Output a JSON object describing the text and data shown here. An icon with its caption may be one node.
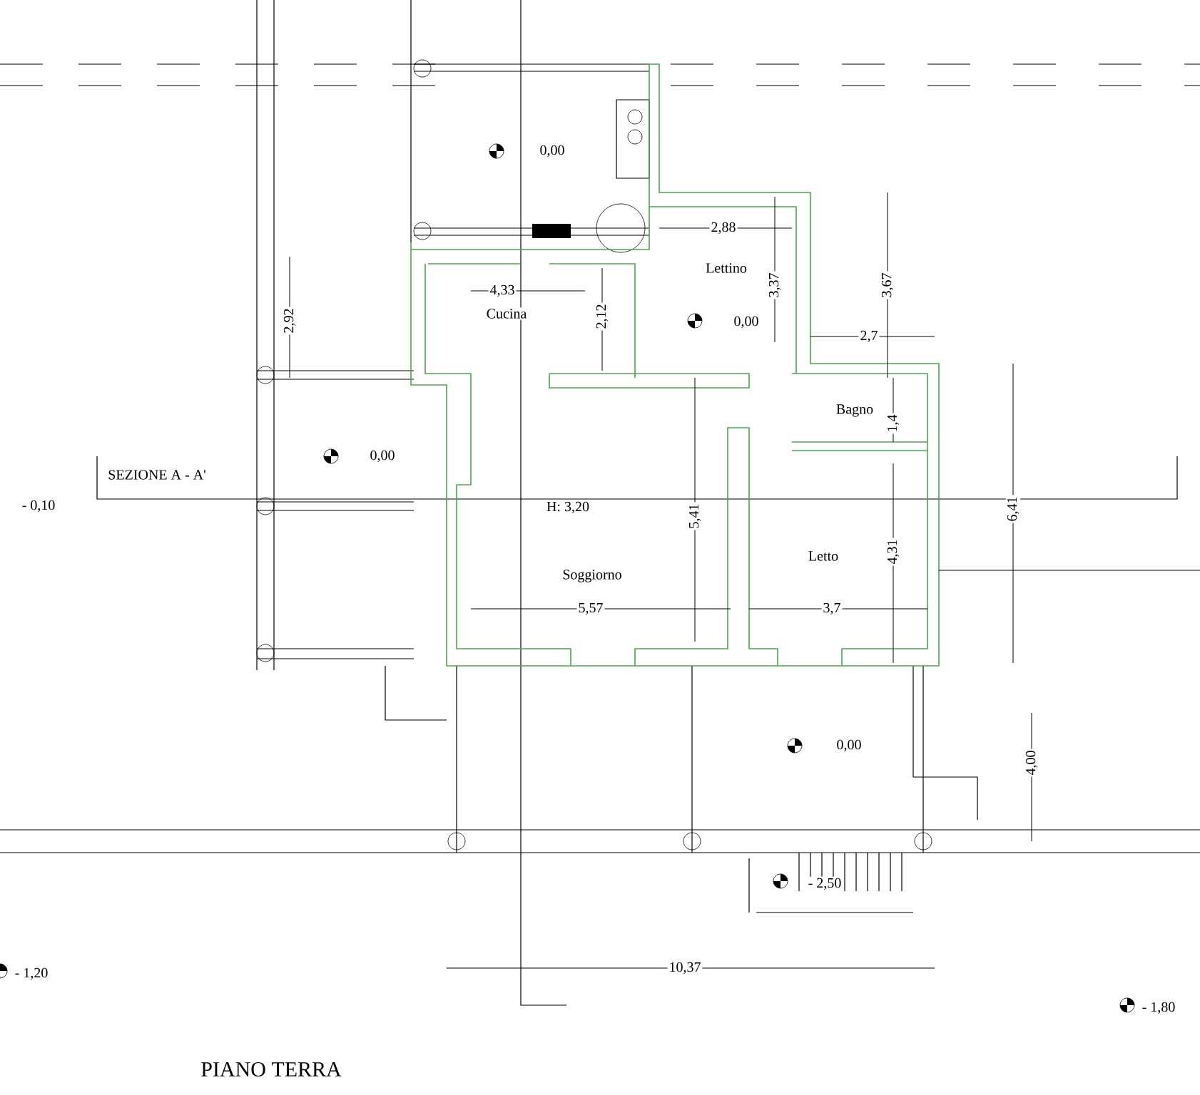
{
  "diagram": {
    "title": "PIANO TERRA",
    "labels": [
      "0,00",
      "2,88",
      "Lettino",
      "4,33",
      "3,37",
      "3,67",
      "Cucina",
      "2,92",
      "2,12",
      "0,00",
      "2,7",
      "Bagno",
      "1,4",
      "0,00",
      "SEZIONE A - A'",
      "- 0,10",
      "H: 3,20",
      "5,41",
      "6,41",
      "Letto",
      "4,31",
      "Soggiorno",
      "5,57",
      "3,7",
      "0,00",
      "4,00",
      "- 2,50",
      "- 1,20",
      "10,37",
      "- 1,80"
    ]
  }
}
